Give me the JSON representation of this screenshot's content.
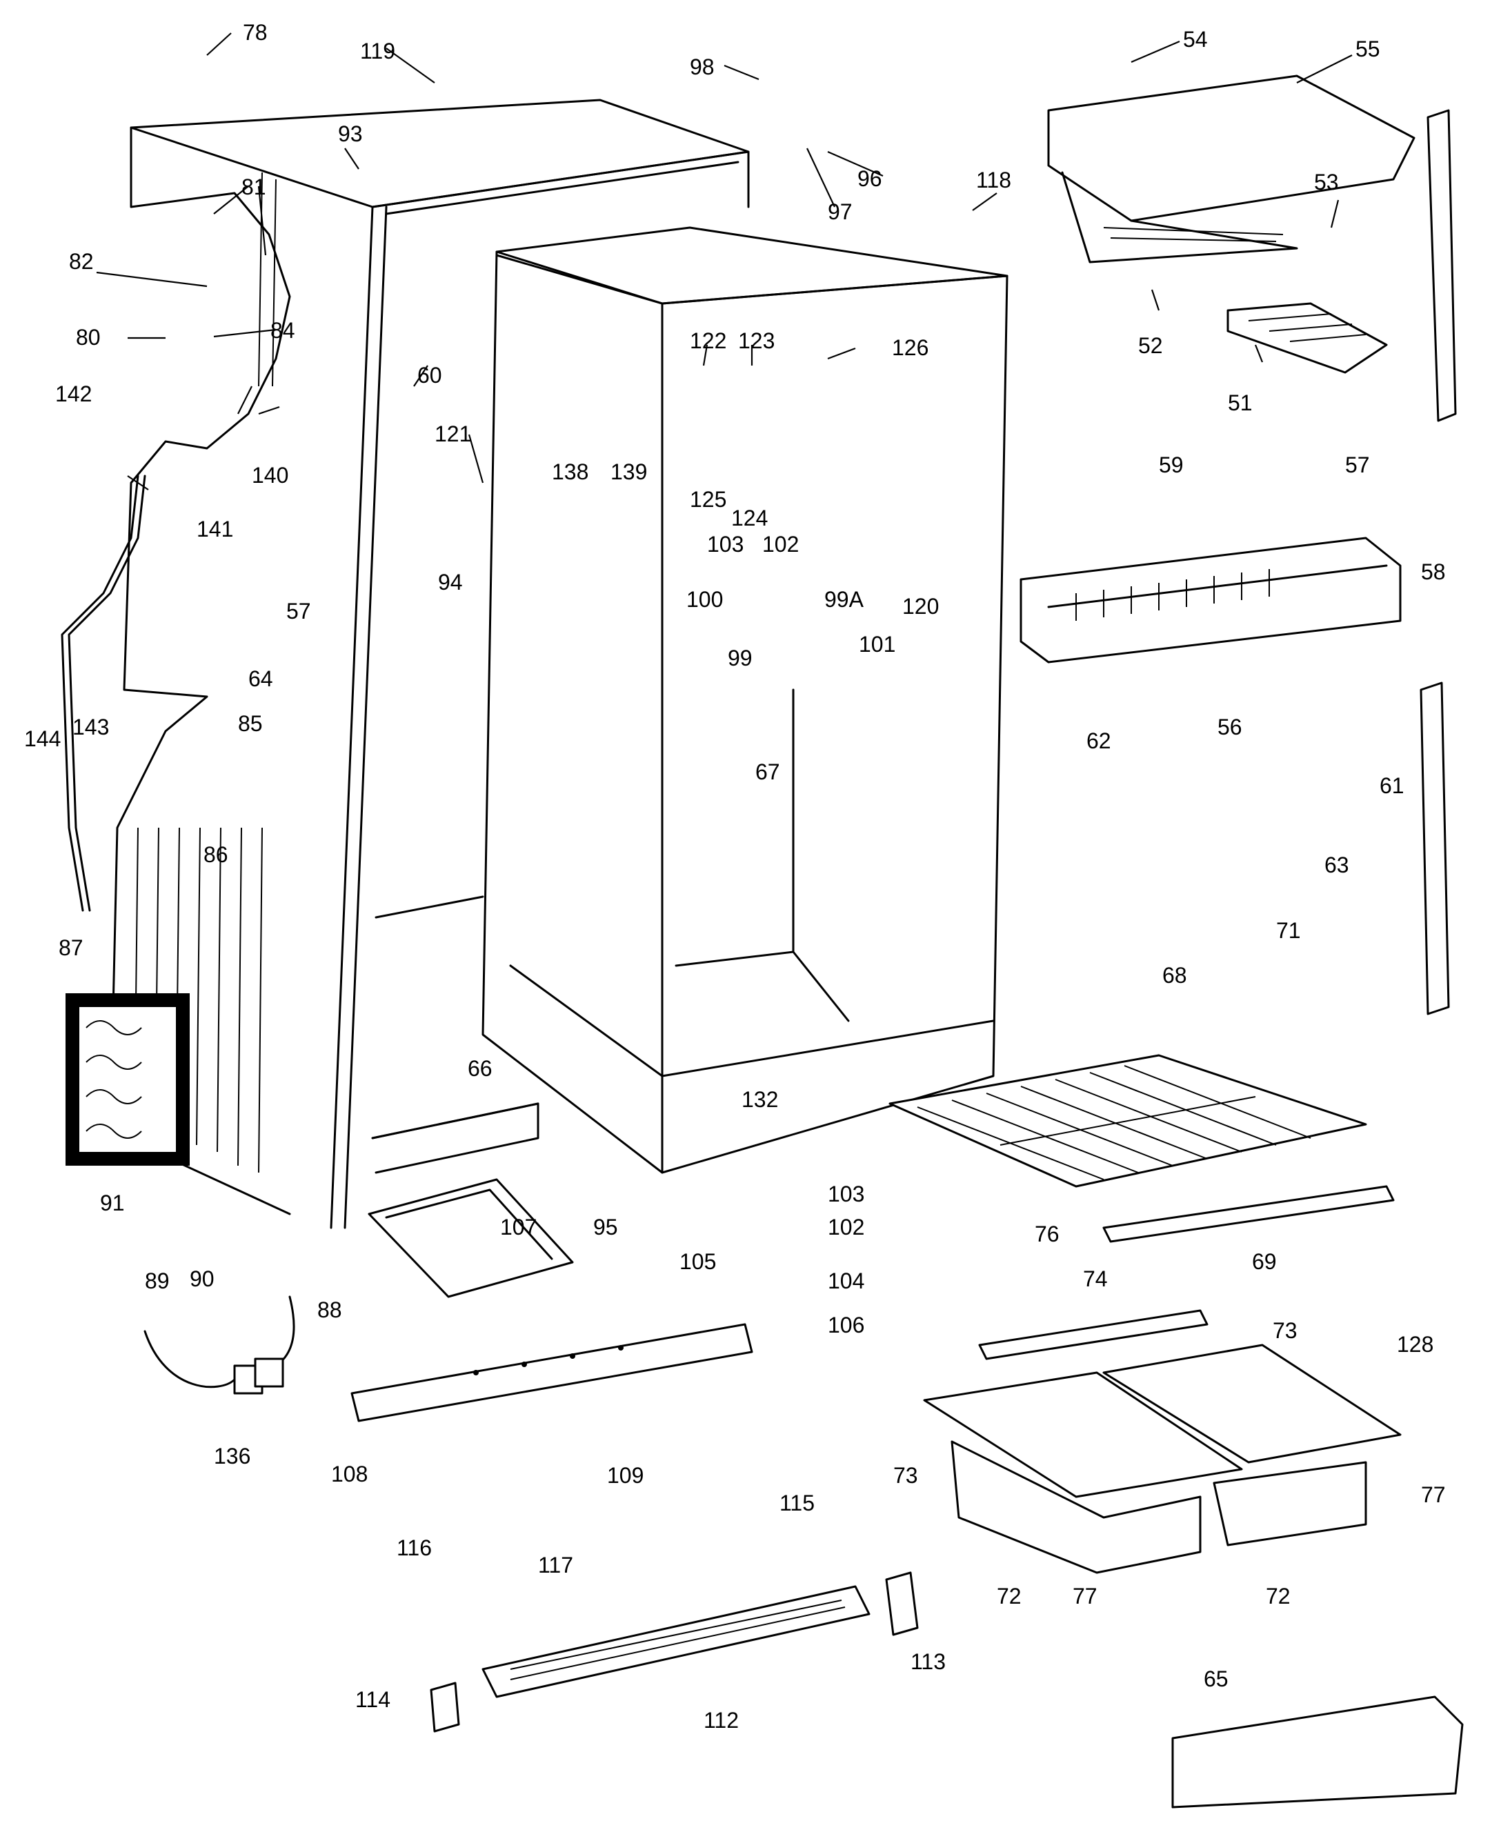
{
  "callouts": [
    {
      "id": "78",
      "label": "78"
    },
    {
      "id": "119",
      "label": "119"
    },
    {
      "id": "98",
      "label": "98"
    },
    {
      "id": "54",
      "label": "54"
    },
    {
      "id": "55",
      "label": "55"
    },
    {
      "id": "93",
      "label": "93"
    },
    {
      "id": "96",
      "label": "96"
    },
    {
      "id": "97",
      "label": "97"
    },
    {
      "id": "118",
      "label": "118"
    },
    {
      "id": "53",
      "label": "53"
    },
    {
      "id": "81",
      "label": "81"
    },
    {
      "id": "82",
      "label": "82"
    },
    {
      "id": "52",
      "label": "52"
    },
    {
      "id": "80",
      "label": "80"
    },
    {
      "id": "84",
      "label": "84"
    },
    {
      "id": "122",
      "label": "122"
    },
    {
      "id": "123",
      "label": "123"
    },
    {
      "id": "126",
      "label": "126"
    },
    {
      "id": "51",
      "label": "51"
    },
    {
      "id": "60",
      "label": "60"
    },
    {
      "id": "142",
      "label": "142"
    },
    {
      "id": "121",
      "label": "121"
    },
    {
      "id": "140",
      "label": "140"
    },
    {
      "id": "57a",
      "label": "57"
    },
    {
      "id": "138",
      "label": "138"
    },
    {
      "id": "139",
      "label": "139"
    },
    {
      "id": "125",
      "label": "125"
    },
    {
      "id": "124",
      "label": "124"
    },
    {
      "id": "59",
      "label": "59"
    },
    {
      "id": "141",
      "label": "141"
    },
    {
      "id": "103a",
      "label": "103"
    },
    {
      "id": "102a",
      "label": "102"
    },
    {
      "id": "120",
      "label": "120"
    },
    {
      "id": "58",
      "label": "58"
    },
    {
      "id": "57b",
      "label": "57"
    },
    {
      "id": "94",
      "label": "94"
    },
    {
      "id": "100",
      "label": "100"
    },
    {
      "id": "99A",
      "label": "99A"
    },
    {
      "id": "101",
      "label": "101"
    },
    {
      "id": "99",
      "label": "99"
    },
    {
      "id": "62",
      "label": "62"
    },
    {
      "id": "56",
      "label": "56"
    },
    {
      "id": "64",
      "label": "64"
    },
    {
      "id": "144",
      "label": "144"
    },
    {
      "id": "143",
      "label": "143"
    },
    {
      "id": "85",
      "label": "85"
    },
    {
      "id": "67",
      "label": "67"
    },
    {
      "id": "61",
      "label": "61"
    },
    {
      "id": "86",
      "label": "86"
    },
    {
      "id": "63",
      "label": "63"
    },
    {
      "id": "87",
      "label": "87"
    },
    {
      "id": "71",
      "label": "71"
    },
    {
      "id": "68",
      "label": "68"
    },
    {
      "id": "66",
      "label": "66"
    },
    {
      "id": "132",
      "label": "132"
    },
    {
      "id": "103b",
      "label": "103"
    },
    {
      "id": "91",
      "label": "91"
    },
    {
      "id": "107",
      "label": "107"
    },
    {
      "id": "95",
      "label": "95"
    },
    {
      "id": "105",
      "label": "105"
    },
    {
      "id": "102b",
      "label": "102"
    },
    {
      "id": "69",
      "label": "69"
    },
    {
      "id": "89",
      "label": "89"
    },
    {
      "id": "90",
      "label": "90"
    },
    {
      "id": "88",
      "label": "88"
    },
    {
      "id": "104",
      "label": "104"
    },
    {
      "id": "76",
      "label": "76"
    },
    {
      "id": "74",
      "label": "74"
    },
    {
      "id": "106",
      "label": "106"
    },
    {
      "id": "73a",
      "label": "73"
    },
    {
      "id": "128",
      "label": "128"
    },
    {
      "id": "136",
      "label": "136"
    },
    {
      "id": "108",
      "label": "108"
    },
    {
      "id": "109",
      "label": "109"
    },
    {
      "id": "115",
      "label": "115"
    },
    {
      "id": "73b",
      "label": "73"
    },
    {
      "id": "77a",
      "label": "77"
    },
    {
      "id": "116",
      "label": "116"
    },
    {
      "id": "117",
      "label": "117"
    },
    {
      "id": "72a",
      "label": "72"
    },
    {
      "id": "77b",
      "label": "77"
    },
    {
      "id": "72b",
      "label": "72"
    },
    {
      "id": "113",
      "label": "113"
    },
    {
      "id": "65",
      "label": "65"
    },
    {
      "id": "114",
      "label": "114"
    },
    {
      "id": "112",
      "label": "112"
    }
  ]
}
